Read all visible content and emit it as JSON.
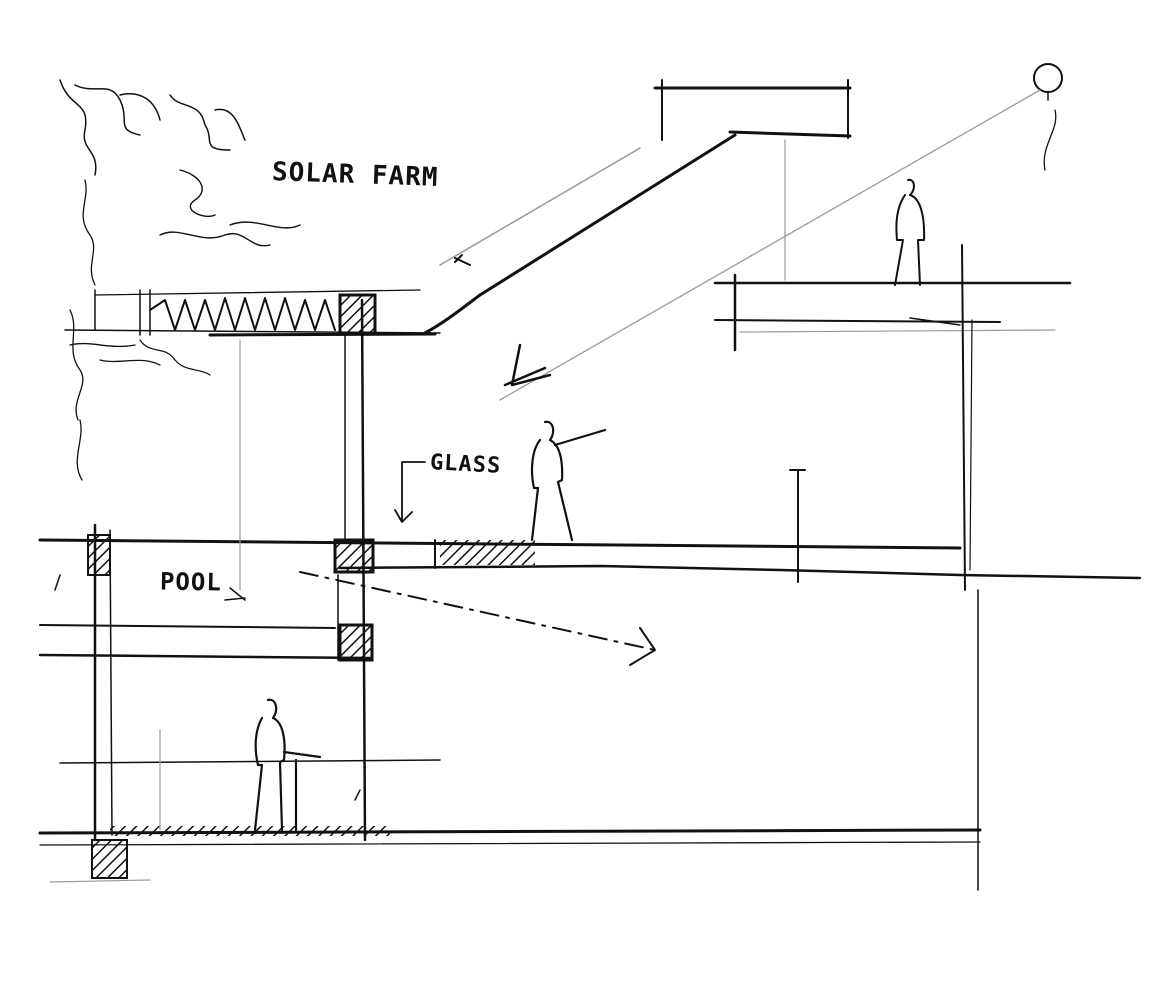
{
  "labels": {
    "solar_farm": "SOLAR FARM",
    "glass": "GLASS",
    "pool": "POOL"
  },
  "colors": {
    "ink": "#111111",
    "faint": "#9a9a9a",
    "paper": "#ffffff"
  }
}
